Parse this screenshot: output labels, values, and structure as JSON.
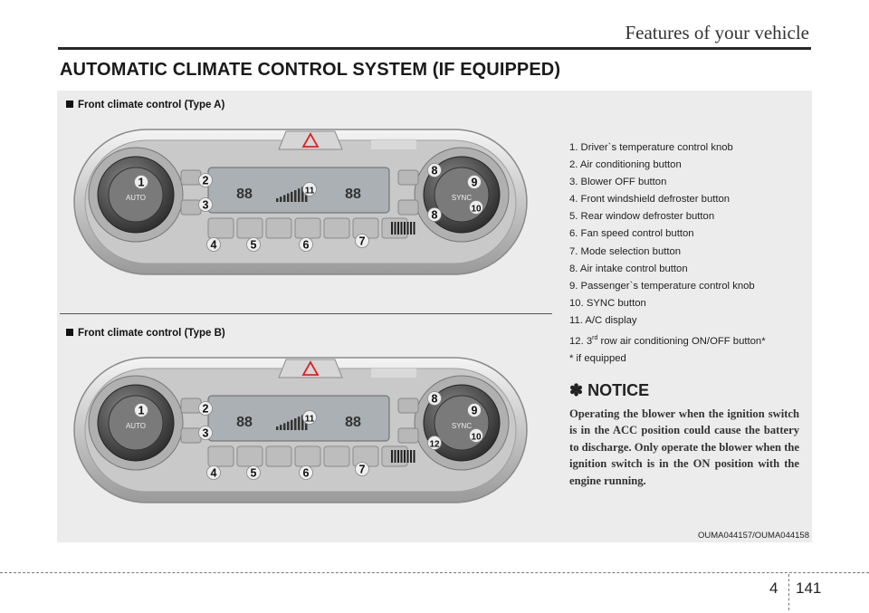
{
  "header": {
    "section_title": "Features of your vehicle"
  },
  "title": "AUTOMATIC CLIMATE CONTROL SYSTEM (IF EQUIPPED)",
  "figures": {
    "type_a_label": "Front climate control (Type A)",
    "type_b_label": "Front climate control (Type B)",
    "auto_label": "AUTO",
    "sync_label": "SYNC",
    "display_temp": "88",
    "callouts_a": [
      "1",
      "2",
      "3",
      "4",
      "5",
      "6",
      "7",
      "8",
      "9",
      "10",
      "11",
      "8"
    ],
    "callouts_b": [
      "1",
      "2",
      "3",
      "4",
      "5",
      "6",
      "7",
      "8",
      "9",
      "10",
      "11",
      "12"
    ]
  },
  "list": {
    "items": [
      "1. Driver`s temperature control knob",
      "2. Air conditioning button",
      "3. Blower OFF button",
      "4. Front windshield defroster button",
      "5. Rear window defroster button",
      "6. Fan speed control button",
      "7. Mode selection button",
      "8. Air intake control button",
      "9. Passenger`s temperature control knob",
      "10. SYNC button",
      "11. A/C display"
    ],
    "item12_prefix": "12. 3",
    "item12_sup": "rd",
    "item12_suffix": " row air conditioning ON/OFF button*",
    "footnote": "* if equipped"
  },
  "notice": {
    "title": "✽ NOTICE",
    "body": "Operating the blower when the ignition switch is in the ACC position could cause the battery to discharge. Only operate the blower when the ignition switch is in the ON position with the engine running."
  },
  "caption": "OUMA044157/OUMA044158",
  "page": {
    "chapter": "4",
    "number": "141"
  }
}
